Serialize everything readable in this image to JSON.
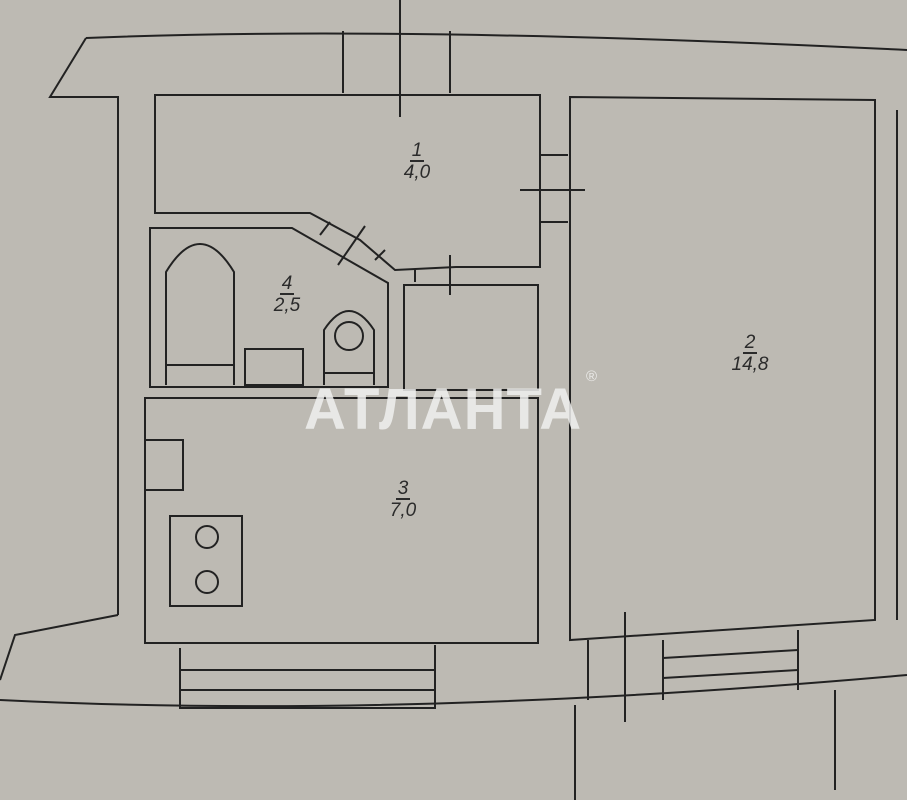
{
  "watermark": {
    "text": "АТЛАНТА",
    "registered": "®"
  },
  "rooms": [
    {
      "number": "1",
      "area": "4,0"
    },
    {
      "number": "2",
      "area": "14,8"
    },
    {
      "number": "3",
      "area": "7,0"
    },
    {
      "number": "4",
      "area": "2,5"
    }
  ],
  "colors": {
    "paper": "#bdbab3",
    "ink": "#222222"
  }
}
